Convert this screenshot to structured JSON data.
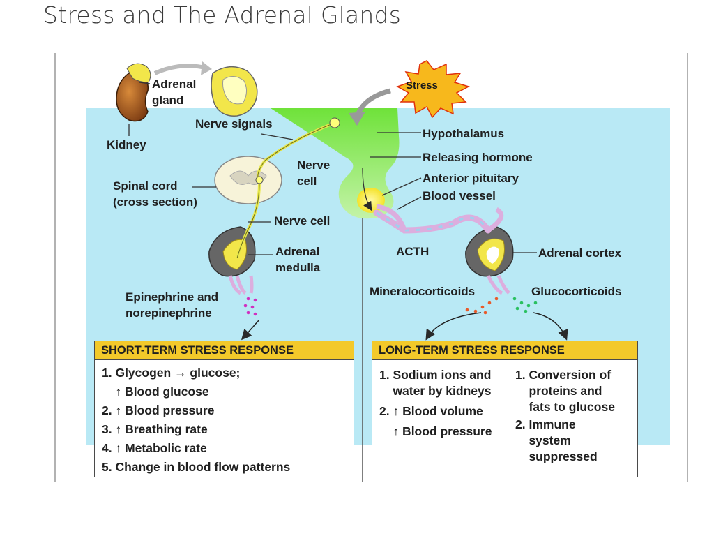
{
  "slide_title": "Stress and The Adrenal Glands",
  "labels": {
    "adrenal_gland": "Adrenal\ngland",
    "kidney": "Kidney",
    "nerve_signals": "Nerve signals",
    "stress": "Stress",
    "hypothalamus": "Hypothalamus",
    "releasing_hormone": "Releasing hormone",
    "anterior_pituitary": "Anterior pituitary",
    "blood_vessel": "Blood vessel",
    "nerve_cell_upper": "Nerve\ncell",
    "spinal_cord": "Spinal cord\n(cross section)",
    "nerve_cell_lower": "Nerve cell",
    "adrenal_medulla": "Adrenal\nmedulla",
    "acth": "ACTH",
    "adrenal_cortex": "Adrenal cortex",
    "epinephrine": "Epinephrine and\nnorepinephrine",
    "mineralocorticoids": "Mineralocorticoids",
    "glucocorticoids": "Glucocorticoids"
  },
  "short_term": {
    "heading": "Short-term stress response",
    "items": [
      "1. Glycogen → glucose;",
      "    ↑ Blood glucose",
      "2. ↑ Blood pressure",
      "3. ↑ Breathing rate",
      "4. ↑ Metabolic rate",
      "5. Change in blood flow patterns"
    ]
  },
  "long_term": {
    "heading": "Long-term stress response",
    "left_items": [
      "1. Sodium ions and",
      "    water by kidneys",
      "2. ↑ Blood volume",
      "    ↑ Blood pressure"
    ],
    "right_items": [
      "1. Conversion of",
      "    proteins and",
      "    fats to glucose",
      "2. Immune",
      "    system",
      "    suppressed"
    ]
  },
  "colors": {
    "background_panel": "#b9e9f5",
    "hypothalamus_green": "#8fe85a",
    "box_header": "#f3c92a",
    "stress_burst": "#f7b81c",
    "vessel_pink": "#dcaede",
    "gland_yellow": "#f2e64a"
  }
}
